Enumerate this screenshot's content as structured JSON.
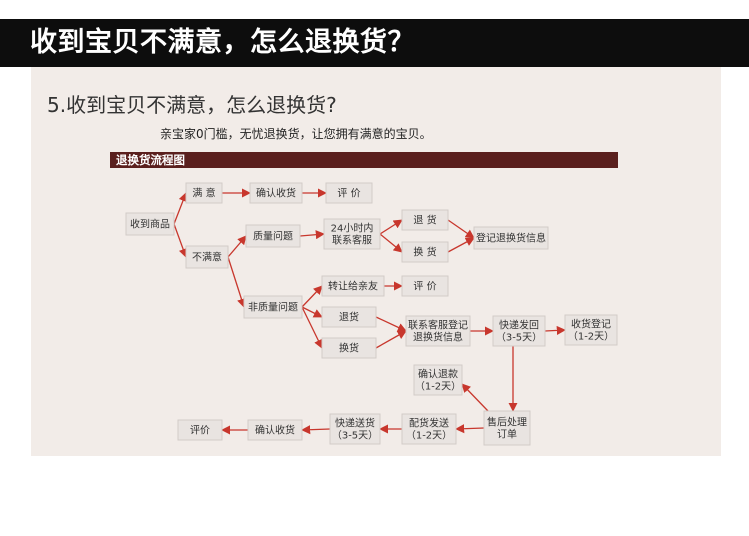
{
  "header": {
    "title": "收到宝贝不满意，怎么退换货？"
  },
  "panel": {
    "title": "5.收到宝贝不满意，怎么退换货?",
    "intro": "亲宝家0门槛，无忧退换货，让您拥有满意的宝贝。",
    "flow_title": "退换货流程图"
  },
  "colors": {
    "arrow": "#c8372d",
    "bar": "#5a1f1d",
    "banner": "#0d0d0d",
    "panel_bg": "#f2ece8"
  },
  "nodes": {
    "receive": [
      "收到商品"
    ],
    "satisfied": [
      "满 意"
    ],
    "confirm1": [
      "确认收货"
    ],
    "review1": [
      "评 价"
    ],
    "unsatisfied": [
      "不满意"
    ],
    "quality": [
      "质量问题"
    ],
    "service24": [
      "24小时内",
      "联系客服"
    ],
    "return1": [
      "退 货"
    ],
    "exchange1": [
      "换 货"
    ],
    "register": [
      "登记退换货信息"
    ],
    "nonquality": [
      "非质量问题"
    ],
    "transfer": [
      "转让给亲友"
    ],
    "review2": [
      "评 价"
    ],
    "return2": [
      "退货"
    ],
    "exchange2": [
      "换货"
    ],
    "contact": [
      "联系客服登记",
      "退换货信息"
    ],
    "ship_back": [
      "快递发回",
      "（3-5天）"
    ],
    "recv_reg": [
      "收货登记",
      "（1-2天）"
    ],
    "refund": [
      "确认退款",
      "（1-2天）"
    ],
    "aftersale": [
      "售后处理",
      "订单"
    ],
    "dispatch": [
      "配货发送",
      "（1-2天）"
    ],
    "express": [
      "快递送货",
      "（3-5天）"
    ],
    "confirm2": [
      "确认收货"
    ],
    "review3": [
      "评价"
    ]
  }
}
